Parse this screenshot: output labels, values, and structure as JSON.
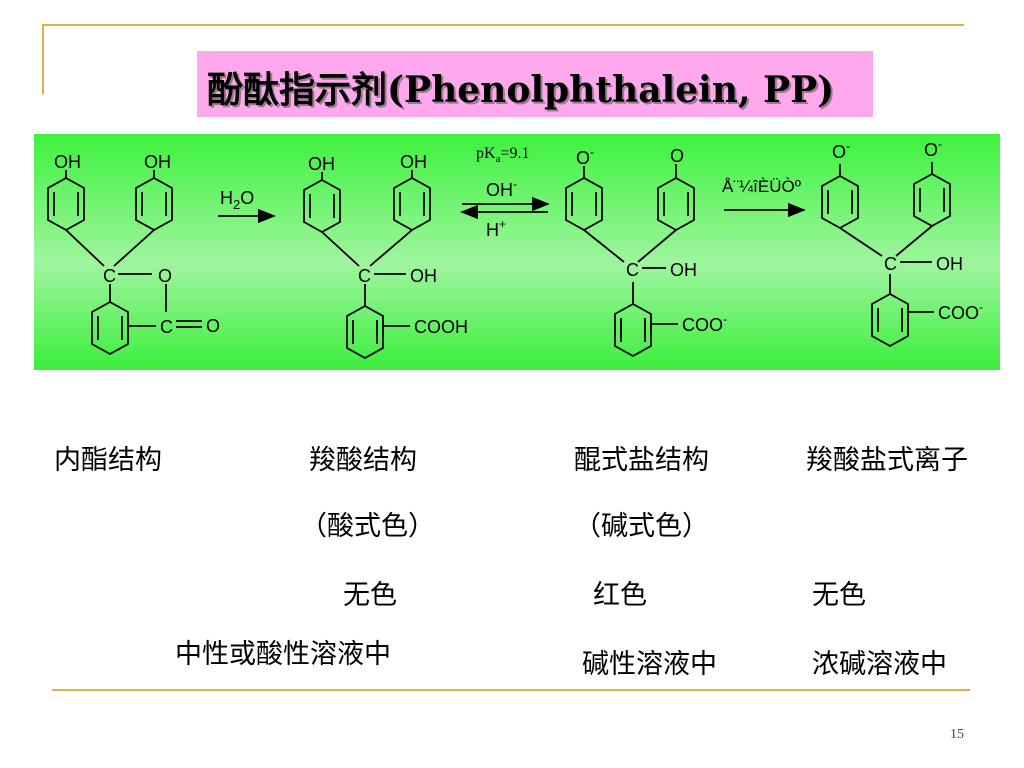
{
  "slide": {
    "title": "酚酞指示剂(Phenolphthalein, PP)",
    "page_number": "15"
  },
  "scheme": {
    "s1": {
      "oh_left": "OH",
      "oh_right": "OH",
      "c": "C",
      "o_ring": "O",
      "c_carbonyl": "C",
      "o_carbonyl": "O"
    },
    "arrow1": {
      "h": "H",
      "two": "2",
      "o": "O"
    },
    "s2": {
      "oh_left": "OH",
      "oh_right": "OH",
      "c": "C",
      "oh": "OH",
      "cooh": "COOH"
    },
    "eq": {
      "pk": "pK",
      "a": "a",
      "val": "=9.1",
      "oh": "OH",
      "minus": "-",
      "h": "H",
      "plus": "+"
    },
    "s3": {
      "o_left": "O",
      "minus": "-",
      "o_right": "O",
      "c": "C",
      "oh": "OH",
      "coo": "COO",
      "coo_minus": "-"
    },
    "arrow3": {
      "text": "Å¨¼îÈÜÒº"
    },
    "s4": {
      "o_left": "O",
      "o_left_minus": "-",
      "o_right": "O",
      "o_right_minus": "-",
      "c": "C",
      "oh": "OH",
      "coo": "COO",
      "coo_minus": "-"
    }
  },
  "labels": {
    "col1": {
      "name": "内酯结构"
    },
    "col2": {
      "name": "羧酸结构",
      "sub": "（酸式色）",
      "color": "无色",
      "condition": "中性或酸性溶液中"
    },
    "col3": {
      "name": "醌式盐结构",
      "sub": "（碱式色）",
      "color": "红色",
      "condition": "碱性溶液中"
    },
    "col4": {
      "name": "羧酸盐式离子",
      "color": "无色",
      "condition": "浓碱溶液中"
    }
  },
  "colors": {
    "title_bg": "#ffa8ee",
    "scheme_green": "#3ef23e",
    "frame_gold": "#e0b040"
  }
}
